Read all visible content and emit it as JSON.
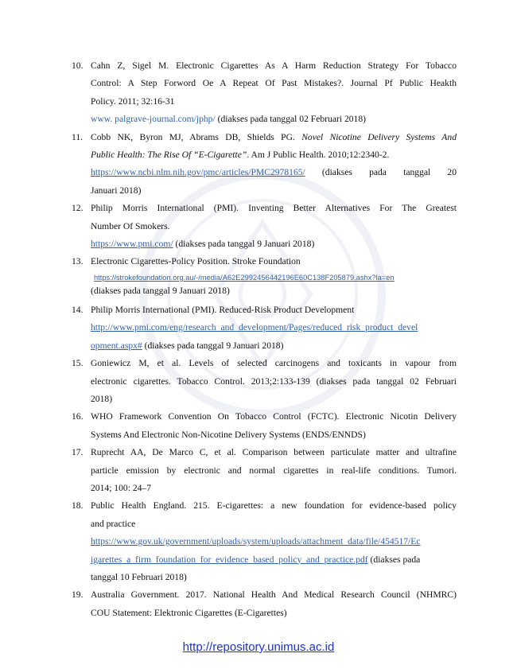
{
  "references": [
    {
      "num": "10.",
      "title_l1": "Cahn Z, Sigel M. Electronic Cigarettes As A Harm Reduction Strategy For Tobacco",
      "title_l2": "Control: A Step Forword Oe A Repeat Of Past Mistakes?. Journal Pf Public Heakth",
      "title_l3": "Policy. 2011; 32:16-31",
      "url": "www. palgrave-journal.com/jphp/",
      "accessed": " (diakses pada tanggal 02 Februari 2018)"
    },
    {
      "num": "11.",
      "authors": "Cobb NK, Byron MJ, Abrams DB, Shields PG. ",
      "title_italic_l1": "Novel Nicotine Delivery Systems And",
      "title_italic_l2": "Public Health: The Rise Of “E-Cigarette”",
      "journal": ". Am J Public Health. 2010;12:2340-2.",
      "url": "https://www.ncbi.nlm.nih.gov/pmc/articles/PMC2978165/",
      "accessed_l1": "(diakses  pada  tanggal  20",
      "accessed_l2": "Januari 2018)"
    },
    {
      "num": "12.",
      "title_l1": "Philip Morris International (PMI). Inventing Better Alternatives For The Greatest",
      "title_l2": "Number Of Smokers.",
      "url": "https://www.pmi.com/",
      "accessed": " (diakses pada tanggal 9 Januari 2018)"
    },
    {
      "num": "13.",
      "title": "Electronic Cigarettes-Policy Position. Stroke Foundation",
      "url": "https://strokefoundation.org.au/-/media/A62E2992456442196E60C138F205879.ashx?la=en",
      "accessed": "(diakses pada tanggal 9 Januari 2018)"
    },
    {
      "num": "14.",
      "title": "Philip Morris International (PMI). Reduced-Risk Product Development",
      "url_l1": "http://www.pmi.com/eng/research_and_development/Pages/reduced_risk_product_devel",
      "url_l2": "opment.aspx#",
      "accessed": " (diakses pada tanggal 9 Januari 2018)"
    },
    {
      "num": "15.",
      "text_l1": "Goniewicz M, et al. Levels of selected carcinogens and toxicants in vapour from",
      "text_l2": "electronic cigarettes. Tobacco Control. 2013;2:133-139 (diakses pada tanggal 02 Februari",
      "text_l3": "2018)"
    },
    {
      "num": "16.",
      "text_l1": "WHO Framework Convention On Tobacco Control (FCTC). Electronic Nicotin Delivery",
      "text_l2": "Systems And Electronic Non-Nicotine Delivery Systems (ENDS/ENNDS)"
    },
    {
      "num": "17.",
      "text_l1": "Ruprecht AA, De Marco C, et al. Comparison between particulate matter and ultrafine",
      "text_l2": "particle emission by electronic and normal cigarettes in real-life conditions. Tumori.",
      "text_l3": "2014; 100: 24–7"
    },
    {
      "num": "18.",
      "text_l1": "Public Health England. 215. E-cigarettes: a new foundation for evidence-based policy",
      "text_l2": "and practice",
      "url_l1": "https://www.gov.uk/government/uploads/system/uploads/attachment_data/file/454517/Ec",
      "url_l2": "igarettes_a_firm_foundation_for_evidence_based_policy_and_practice.pdf",
      "accessed_l1": " (diakses pada",
      "accessed_l2": "tanggal 10 Februari 2018)"
    },
    {
      "num": "19.",
      "text_l1": "Australia Government. 2017. National Health And Medical Research Council (NHMRC)",
      "text_l2": "COU Statement: Elektronic Cigarettes (E-Cigarettes)"
    }
  ],
  "footer": {
    "link_text": "http://repository.unimus.ac.id"
  }
}
